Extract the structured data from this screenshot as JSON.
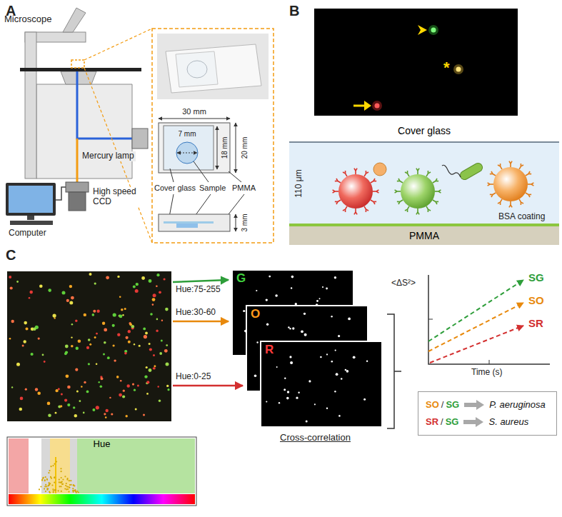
{
  "diagram": {
    "nodes": [
      {
        "text": [
          "Cover glass"
        ]
      },
      {
        "text": [
          "PMMA"
        ]
      },
      {
        "text": [
          "G"
        ]
      },
      {
        "text": [
          "O"
        ]
      },
      {
        "text": [
          "R"
        ]
      },
      {
        "text": [
          "Hue"
        ]
      },
      {
        "text": [
          "SO",
          "/",
          "SG",
          "P. aeruginosa",
          "SR",
          "/",
          "SG",
          "S. aureus"
        ]
      }
    ],
    "labels": [
      "A",
      "Microscope",
      "Mercury lamp",
      "High speed CCD",
      "Computer",
      "30 mm",
      "7 mm",
      "18 mm",
      "20 mm",
      "Cover glass",
      "Sample",
      "PMMA",
      "3 mm",
      "B",
      "*",
      "110 μm",
      "BSA coating",
      "C",
      "Hue:75-255",
      "Hue:30-60",
      "Hue:0-25",
      "Cross-correlation",
      "<ΔS²>",
      "Time (s)",
      "SG",
      "SO",
      "SR"
    ]
  }
}
